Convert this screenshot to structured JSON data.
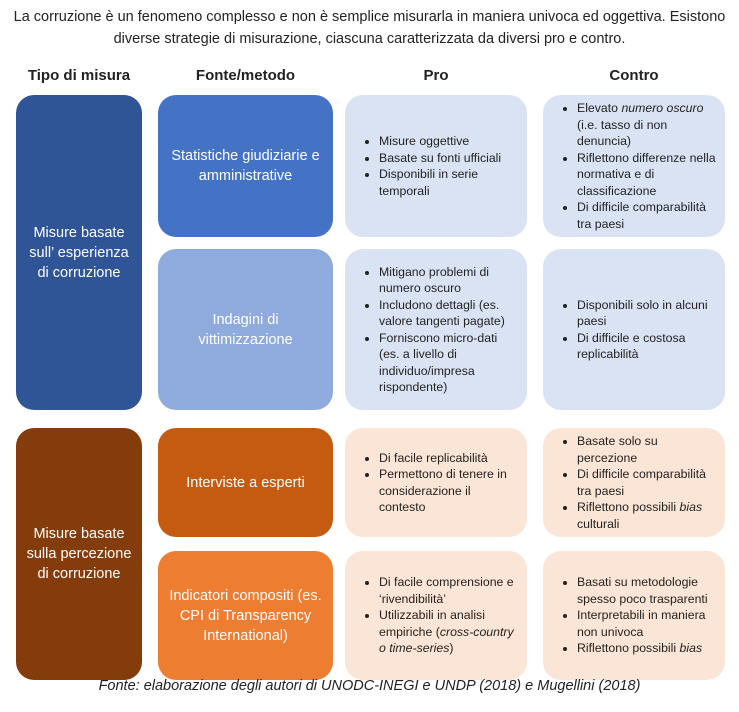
{
  "intro": [
    "La corruzione è un fenomeno complesso e non è semplice misurarla in maniera univoca ed oggettiva. Esistono",
    "diverse strategie di misurazione, ciascuna caratterizzata da diversi pro e contro."
  ],
  "headers": {
    "tipo": "Tipo di misura",
    "fonte": "Fonte/metodo",
    "pro": "Pro",
    "contro": "Contro"
  },
  "groups": [
    {
      "label": "Misure basate sull’ esperienza di corruzione"
    },
    {
      "label": "Misure basate sulla percezione di corruzione"
    }
  ],
  "rows": [
    {
      "method": "Statistiche giudiziarie e amministrative",
      "pro": [
        [
          {
            "t": "Misure oggettive"
          }
        ],
        [
          {
            "t": "Basate su fonti ufficiali"
          }
        ],
        [
          {
            "t": "Disponibili in serie temporali"
          }
        ]
      ],
      "contro": [
        [
          {
            "t": "Elevato "
          },
          {
            "t": "numero oscuro",
            "i": true
          },
          {
            "t": " (i.e. tasso di non denuncia)"
          }
        ],
        [
          {
            "t": "Riflettono differenze nella normativa e di classificazione"
          }
        ],
        [
          {
            "t": "Di difficile comparabilità tra paesi"
          }
        ]
      ]
    },
    {
      "method": "Indagini di vittimizzazione",
      "pro": [
        [
          {
            "t": "Mitigano problemi di numero oscuro"
          }
        ],
        [
          {
            "t": "Includono dettagli (es. valore tangenti pagate)"
          }
        ],
        [
          {
            "t": "Forniscono micro-dati (es. a livello di individuo/impresa rispondente)"
          }
        ]
      ],
      "contro": [
        [
          {
            "t": "Disponibili solo in alcuni paesi"
          }
        ],
        [
          {
            "t": "Di difficile e costosa replicabilità"
          }
        ]
      ]
    },
    {
      "method": "Interviste a esperti",
      "pro": [
        [
          {
            "t": "Di facile replicabilità"
          }
        ],
        [
          {
            "t": "Permettono di tenere in considerazione il contesto"
          }
        ]
      ],
      "contro": [
        [
          {
            "t": "Basate solo su percezione"
          }
        ],
        [
          {
            "t": "Di difficile comparabilità tra paesi"
          }
        ],
        [
          {
            "t": "Riflettono possibili "
          },
          {
            "t": "bias",
            "i": true
          },
          {
            "t": " culturali"
          }
        ]
      ]
    },
    {
      "method": "Indicatori compositi (es. CPI di Transparency International)",
      "pro": [
        [
          {
            "t": "Di facile comprensione e ‘rivendibilità’"
          }
        ],
        [
          {
            "t": "Utilizzabili in analisi empiriche ("
          },
          {
            "t": "cross-country o time-series",
            "i": true
          },
          {
            "t": ")"
          }
        ]
      ],
      "contro": [
        [
          {
            "t": "Basati su metodologie spesso poco trasparenti"
          }
        ],
        [
          {
            "t": "Interpretabili in maniera non univoca"
          }
        ],
        [
          {
            "t": "Riflettono possibili "
          },
          {
            "t": "bias",
            "i": true
          }
        ]
      ]
    }
  ],
  "footer": "Fonte: elaborazione degli autori di UNODC-INEGI e UNDP (2018) e Mugellini (2018)",
  "colors": {
    "group1": "#2F5597",
    "row1": "#4472C4",
    "row2": "#8FAADC",
    "pale_blue": "#DAE3F3",
    "group2": "#843C0C",
    "row3": "#C55A11",
    "row4": "#ED7D31",
    "pale_orange": "#FBE5D6"
  }
}
